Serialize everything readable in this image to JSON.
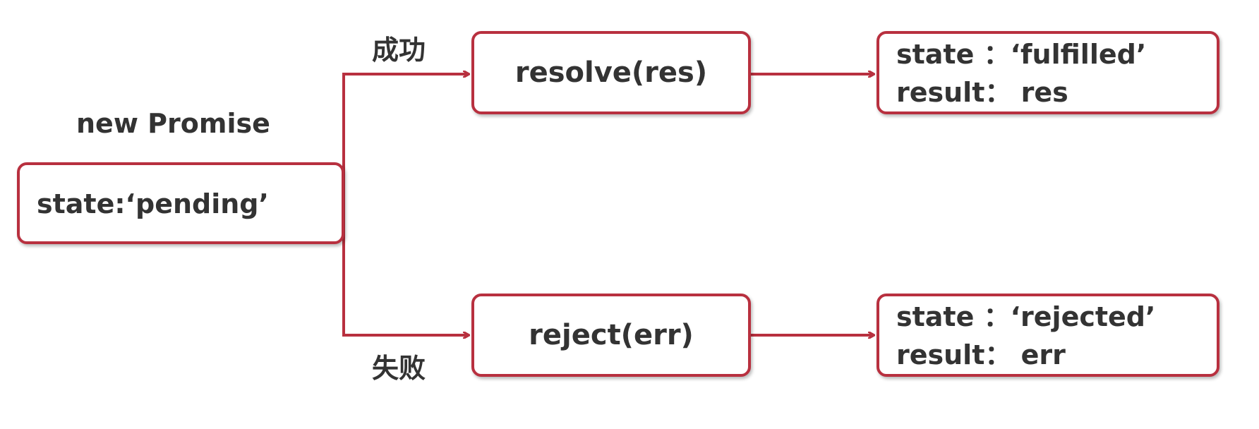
{
  "diagram": {
    "title": "new Promise",
    "start": {
      "state_text": "state:‘pending’"
    },
    "branches": {
      "success": {
        "label": "成功",
        "action": "resolve(res)",
        "result_state": "state  ：‘fulfilled’",
        "result_value": "result：  res"
      },
      "failure": {
        "label": "失败",
        "action": "reject(err)",
        "result_state": "state  ：‘rejected’",
        "result_value": "result：  err"
      }
    }
  },
  "colors": {
    "line": "#b8303f",
    "text": "#333333",
    "background": "#ffffff"
  }
}
